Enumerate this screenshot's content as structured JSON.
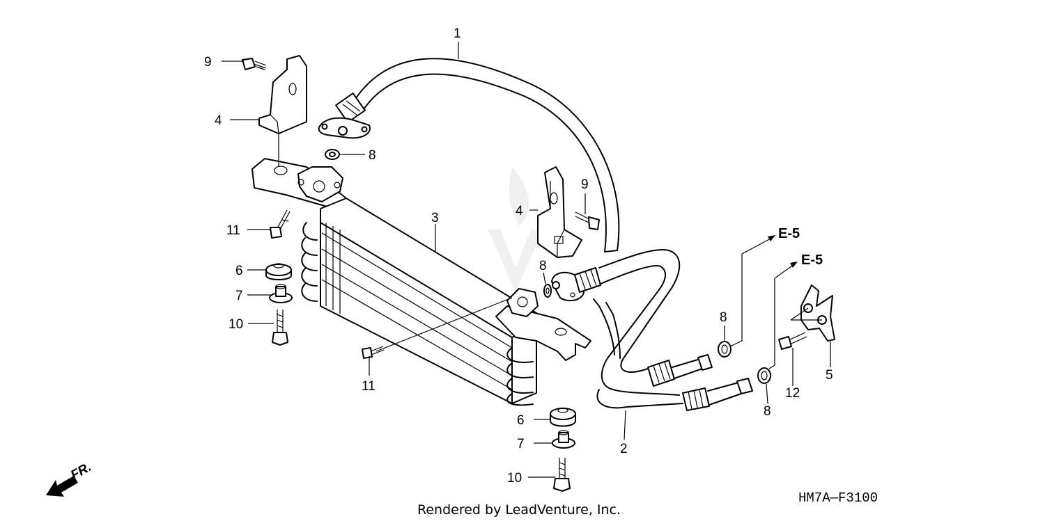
{
  "callouts": {
    "c1": "1",
    "c2": "2",
    "c3": "3",
    "c4a": "4",
    "c4b": "4",
    "c5": "5",
    "c6a": "6",
    "c6b": "6",
    "c7a": "7",
    "c7b": "7",
    "c8a": "8",
    "c8b": "8",
    "c8c": "8",
    "c8d": "8",
    "c9a": "9",
    "c9b": "9",
    "c10a": "10",
    "c10b": "10",
    "c11a": "11",
    "c11b": "11",
    "c12": "12"
  },
  "references": {
    "e5a": "E-5",
    "e5b": "E-5"
  },
  "direction_label": "FR.",
  "diagram_code": "HM7A—F3100",
  "footer": "Rendered by LeadVenture, Inc.",
  "colors": {
    "line": "#000000",
    "background": "#ffffff"
  }
}
